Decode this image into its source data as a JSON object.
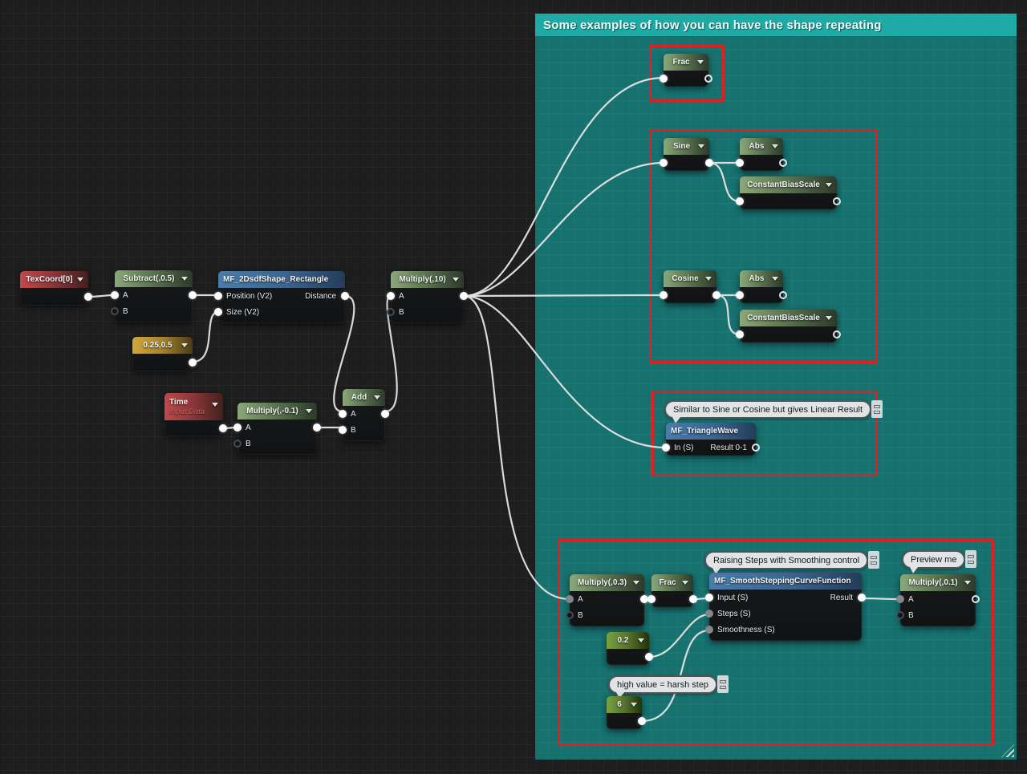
{
  "comment": {
    "title": "Some examples of how you can have the shape repeating"
  },
  "labels": {
    "a": "A",
    "b": "B"
  },
  "nodes": {
    "texcoord": {
      "title": "TexCoord[0]"
    },
    "subtract": {
      "title": "Subtract(,0.5)"
    },
    "rect": {
      "title": "MF_2DsdfShape_Rectangle",
      "in1": "Position (V2)",
      "in2": "Size (V2)",
      "out1": "Distance"
    },
    "constv2": {
      "title": "0.25,0.5"
    },
    "time": {
      "title": "Time",
      "subtitle": "Input Data"
    },
    "multneg": {
      "title": "Multiply(,-0.1)"
    },
    "add": {
      "title": "Add"
    },
    "mult10": {
      "title": "Multiply(,10)"
    },
    "fractop": {
      "title": "Frac"
    },
    "sine": {
      "title": "Sine"
    },
    "abs1": {
      "title": "Abs"
    },
    "cbs1": {
      "title": "ConstantBiasScale"
    },
    "cosine": {
      "title": "Cosine"
    },
    "abs2": {
      "title": "Abs"
    },
    "cbs2": {
      "title": "ConstantBiasScale"
    },
    "triangle": {
      "title": "MF_TriangleWave",
      "in1": "In (S)",
      "out1": "Result 0-1"
    },
    "mult03": {
      "title": "Multiply(,0.3)"
    },
    "fracbottom": {
      "title": "Frac"
    },
    "smooth": {
      "title": "MF_SmoothSteppingCurveFunction",
      "in1": "Input (S)",
      "in2": "Steps (S)",
      "in3": "Smoothness (S)",
      "out1": "Result"
    },
    "mult01": {
      "title": "Multiply(,0.1)"
    },
    "const02": {
      "title": "0.2"
    },
    "const6": {
      "title": "6"
    }
  },
  "comments": {
    "triangle": "Similar to Sine or Cosine but gives Linear Result",
    "raising": "Raising Steps with Smoothing control",
    "preview": "Preview me",
    "harsh": "high value = harsh step"
  },
  "colors": {
    "comment_header": "#1faaa5",
    "comment_body": "#16716f",
    "group_border": "#e41e1e",
    "wire": "#e4e4e4",
    "header_green": "#7e9c6e",
    "header_red": "#b8474a",
    "header_blue": "#44739f",
    "header_gold": "#c9a53c",
    "header_bright_green": "#6f9c3f"
  }
}
